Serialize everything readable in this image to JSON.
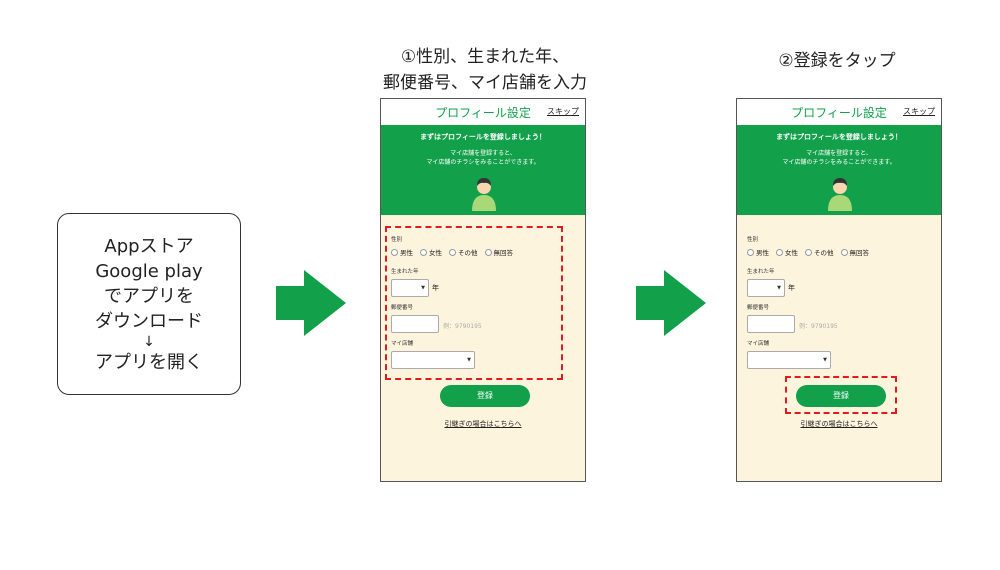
{
  "step1_box": {
    "lines": [
      "Appストア",
      "Google play",
      "でアプリを",
      "ダウンロード",
      "↓",
      "アプリを開く"
    ]
  },
  "caption1": {
    "line1": "①性別、生まれた年、",
    "line2": "郵便番号、マイ店舗を入力"
  },
  "caption2": {
    "line1": "②登録をタップ"
  },
  "phone": {
    "title": "プロフィール設定",
    "skip": "スキップ",
    "hero_title": "まずはプロフィールを登録しましょう！",
    "hero_line1": "マイ店舗を登録すると、",
    "hero_line2": "マイ店舗のチラシをみることができます。",
    "gender_label": "性別",
    "gender_options": [
      "男性",
      "女性",
      "その他",
      "無回答"
    ],
    "birth_year_label": "生まれた年",
    "birth_year_unit": "年",
    "postal_label": "郵便番号",
    "postal_placeholder": "例：9790195",
    "store_label": "マイ店舗",
    "register_button": "登録",
    "transfer_link": "引継ぎの場合はこちらへ"
  },
  "colors": {
    "brand_green": "#12a04a",
    "form_bg": "#fdf4de",
    "highlight": "#e51a1a"
  }
}
